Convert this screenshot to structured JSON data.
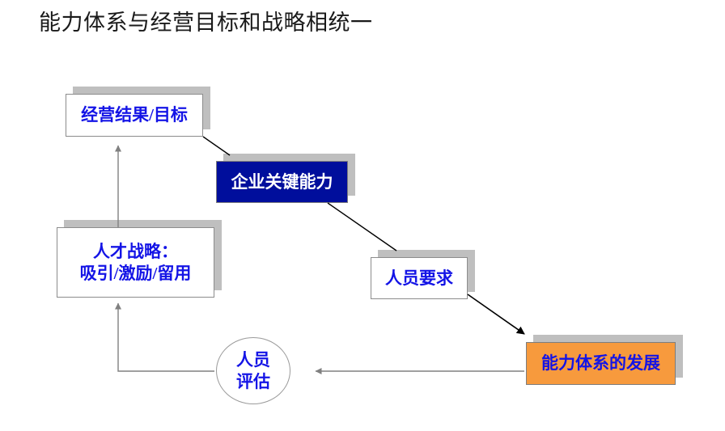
{
  "slide": {
    "title": "能力体系与经营目标和战略相统一",
    "background_color": "#ffffff"
  },
  "colors": {
    "label_blue": "#1414e6",
    "navy_fill": "#000E9C",
    "orange_fill": "#F79A3D",
    "shadow_gray": "#bfbfbf",
    "border_gray": "#8c8c8c",
    "gray_arrow": "#808080",
    "black_arrow": "#000000",
    "white_text": "#ffffff"
  },
  "nodes": {
    "business_results": {
      "label": "经营结果/目标",
      "shape": "rectangle",
      "fill": "#ffffff",
      "text_color": "#1414e6"
    },
    "core_capability": {
      "label": "企业关键能力",
      "shape": "rectangle",
      "fill": "#000E9C",
      "text_color": "#ffffff"
    },
    "talent_strategy": {
      "line1": "人才战略：",
      "line2": "吸引/激励/留用",
      "shape": "rectangle",
      "fill": "#ffffff",
      "text_color": "#1414e6"
    },
    "people_requirements": {
      "label": "人员要求",
      "shape": "rectangle",
      "fill": "#ffffff",
      "text_color": "#1414e6"
    },
    "capability_development": {
      "label": "能力体系的发展",
      "shape": "rectangle",
      "fill": "#F79A3D",
      "text_color": "#1414e6"
    },
    "people_assessment": {
      "line1": "人员",
      "line2": "评估",
      "shape": "ellipse",
      "fill": "#ffffff",
      "text_color": "#1414e6"
    }
  },
  "connectors": [
    {
      "name": "results-to-core-capability",
      "from": "business_results",
      "to": "core_capability",
      "style": "diagonal-line",
      "color": "#000000",
      "arrowhead": "none"
    },
    {
      "name": "core-capability-to-people-requirements",
      "from": "core_capability",
      "to": "people_requirements",
      "style": "diagonal-line",
      "color": "#000000",
      "arrowhead": "none"
    },
    {
      "name": "people-requirements-to-capability-development",
      "from": "people_requirements",
      "to": "capability_development",
      "style": "diagonal-arrow",
      "color": "#000000",
      "arrowhead": "end"
    },
    {
      "name": "capability-development-to-people-assessment",
      "from": "capability_development",
      "to": "people_assessment",
      "style": "horizontal-arrow-left",
      "color": "#808080",
      "arrowhead": "end"
    },
    {
      "name": "people-assessment-to-talent-strategy",
      "from": "people_assessment",
      "to": "talent_strategy",
      "style": "elbow-arrow-up",
      "color": "#808080",
      "arrowhead": "end"
    },
    {
      "name": "talent-strategy-to-business-results",
      "from": "talent_strategy",
      "to": "business_results",
      "style": "vertical-arrow-up",
      "color": "#808080",
      "arrowhead": "end"
    }
  ]
}
